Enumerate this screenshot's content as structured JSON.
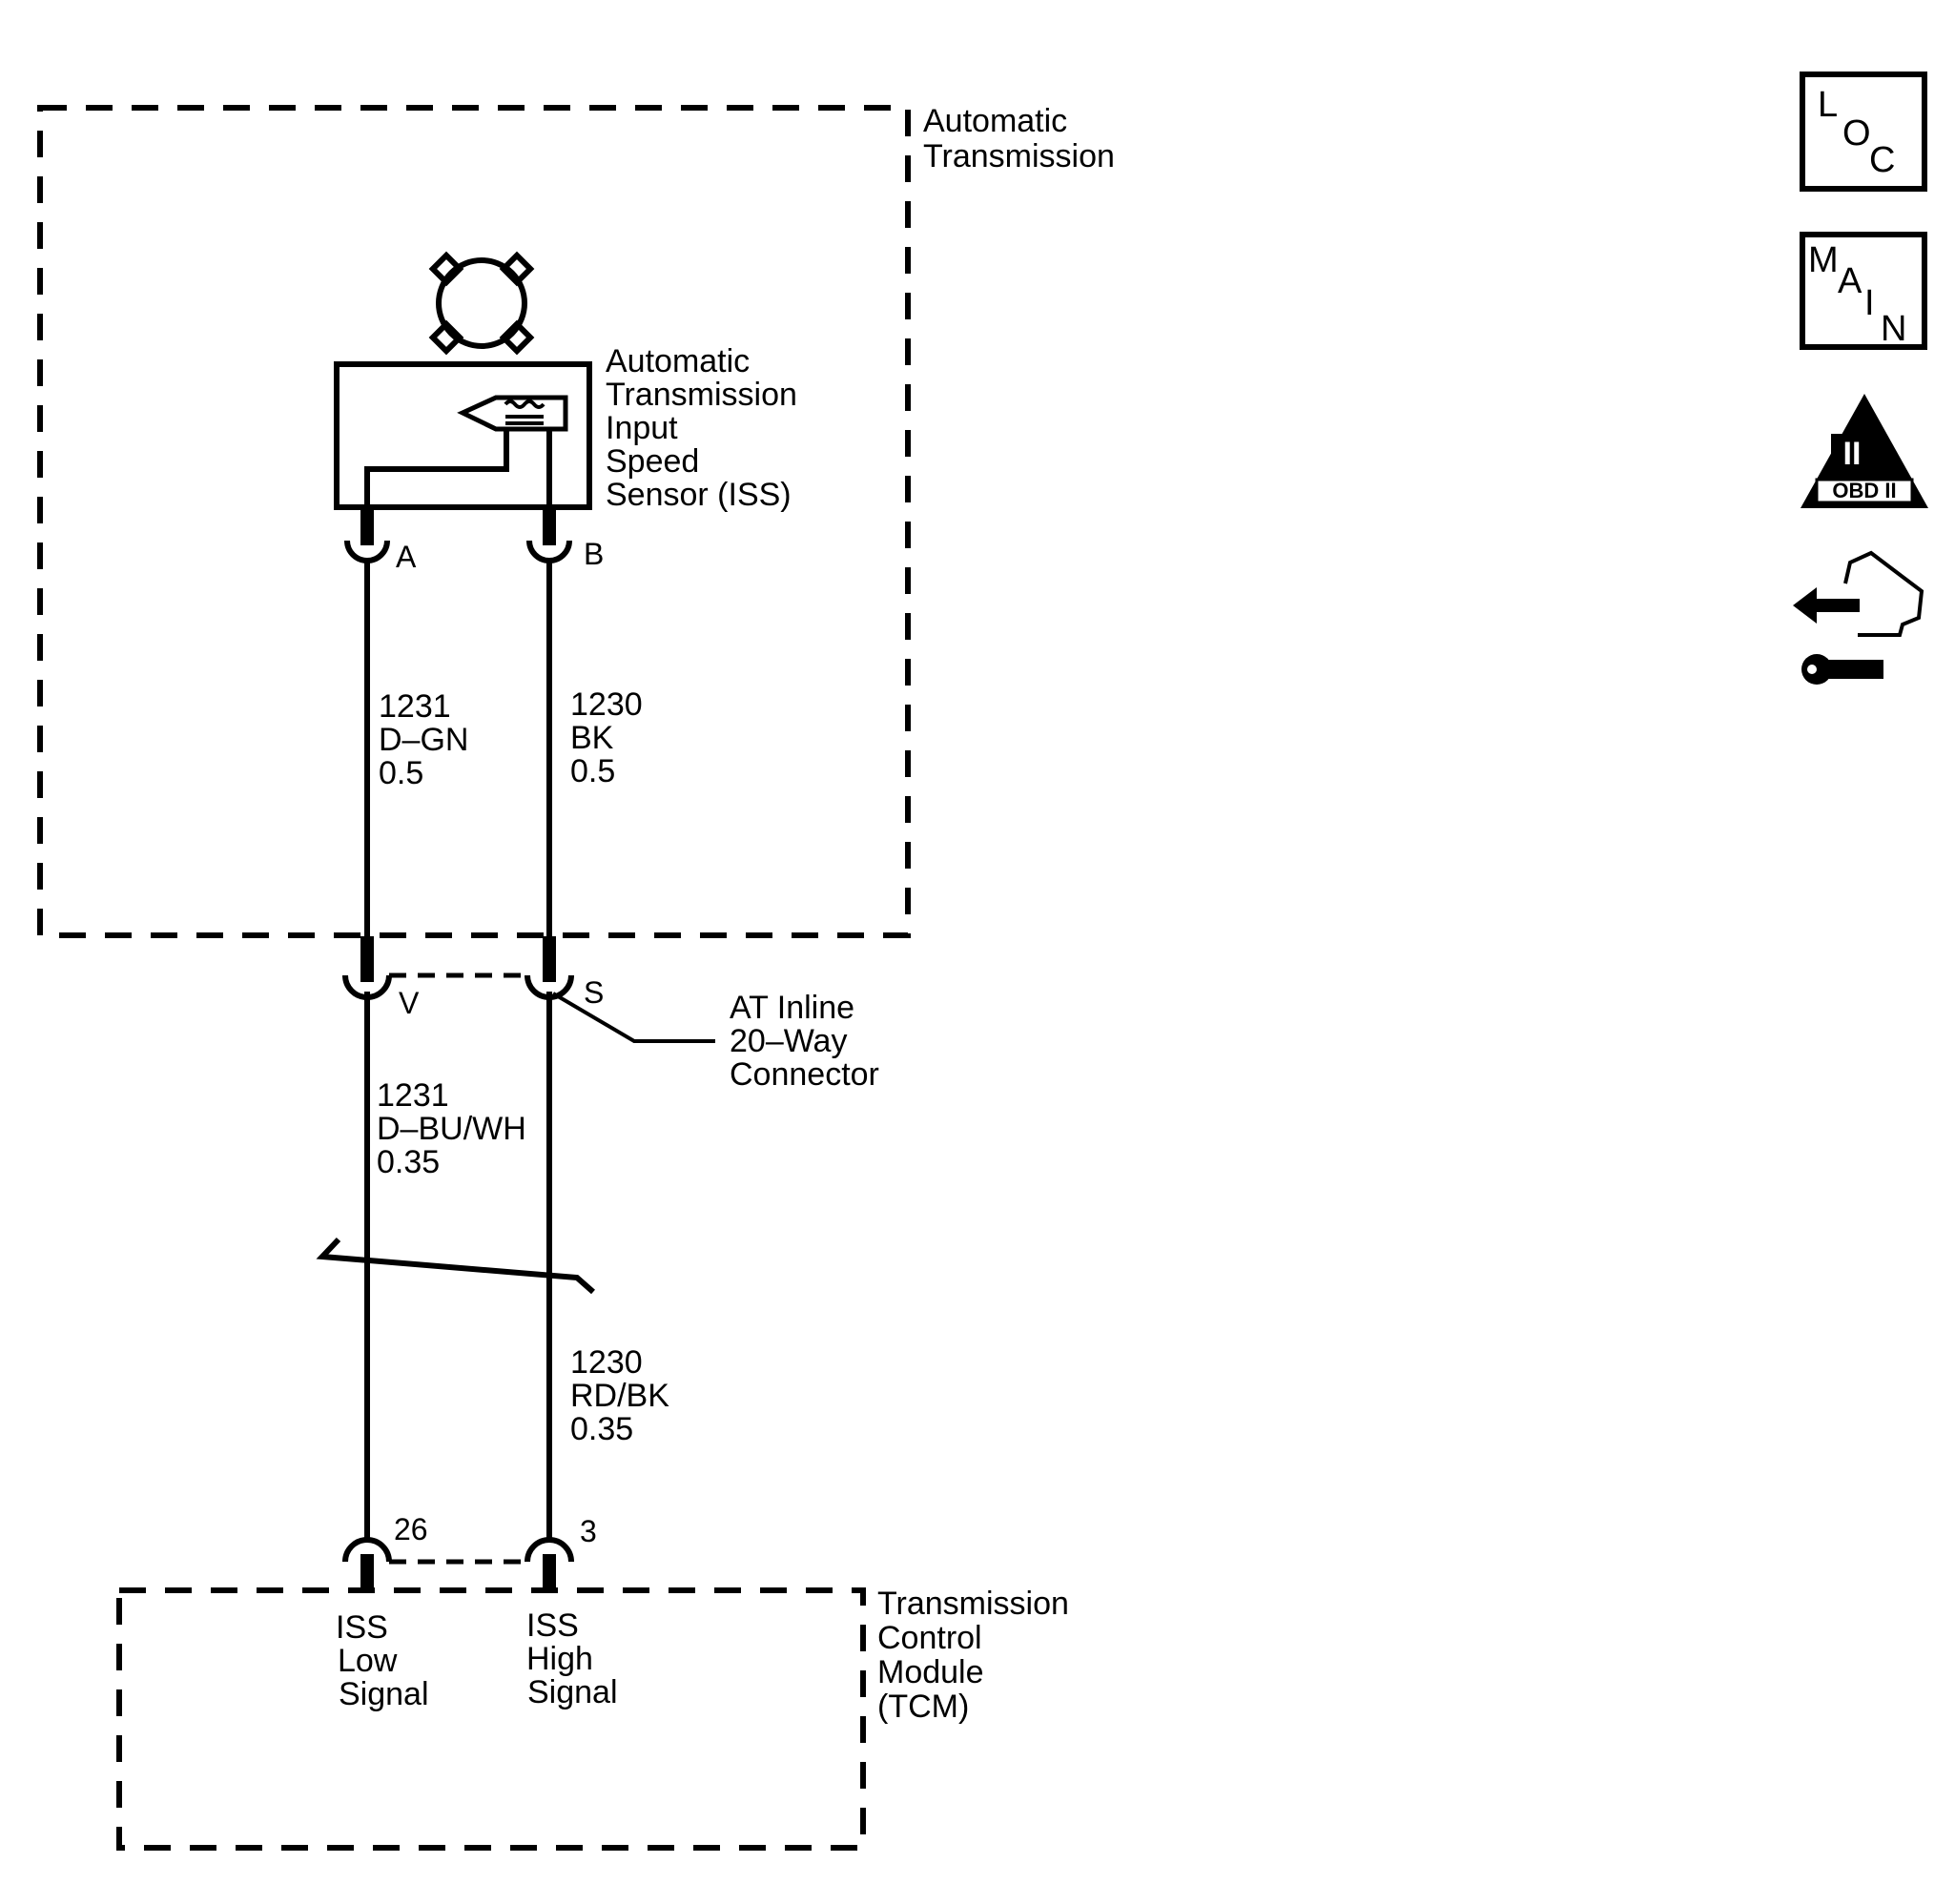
{
  "automatic_transmission": {
    "label": [
      "Automatic",
      "Transmission"
    ]
  },
  "sensor": {
    "label": [
      "Automatic",
      "Transmission",
      "Input",
      "Speed",
      "Sensor (ISS)"
    ],
    "pin_a": "A",
    "pin_b": "B"
  },
  "upper_wires": {
    "left": [
      "1231",
      "D–GN",
      "0.5"
    ],
    "right": [
      "1230",
      "BK",
      "0.5"
    ]
  },
  "inline_connector": {
    "label": [
      "AT Inline",
      "20–Way",
      "Connector"
    ],
    "pin_v": "V",
    "pin_s": "S"
  },
  "lower_wires": {
    "left": [
      "1231",
      "D–BU/WH",
      "0.35"
    ],
    "right": [
      "1230",
      "RD/BK",
      "0.35"
    ]
  },
  "tcm": {
    "label": [
      "Transmission",
      "Control",
      "Module",
      "(TCM)"
    ],
    "pin_26": "26",
    "pin_3": "3",
    "low_signal": [
      "ISS",
      "Low",
      "Signal"
    ],
    "high_signal": [
      "ISS",
      "High",
      "Signal"
    ]
  },
  "side_icons": {
    "loc": [
      "L",
      "O",
      "C"
    ],
    "main": [
      "M",
      "A",
      "I",
      "N"
    ],
    "obd_roman": "II",
    "obd_text": "OBD II",
    "icons": [
      "loc-icon",
      "main-icon",
      "obd-ii-icon",
      "service-hand-wrench-icon"
    ]
  }
}
